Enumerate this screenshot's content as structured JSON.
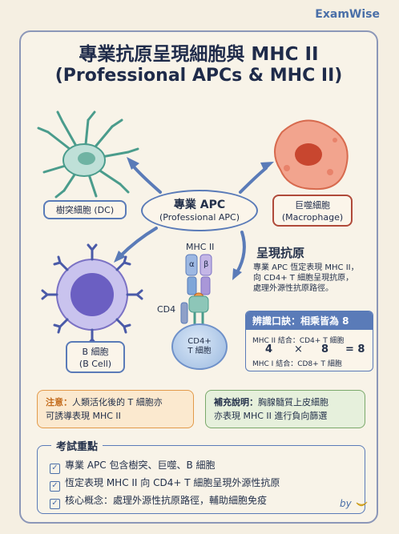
{
  "brand": "ExamWise",
  "title_zh": "專業抗原呈現細胞與 MHC II",
  "title_en": "(Professional APCs & MHC II)",
  "center": {
    "zh": "專業 APC",
    "en": "(Professional APC)"
  },
  "cells": {
    "dc": "樹突細胞 (DC)",
    "macrophage": {
      "zh": "巨噬細胞",
      "en": "(Macrophage)"
    },
    "bcell": {
      "zh": "B 細胞",
      "en": "(B Cell)"
    }
  },
  "mhc": {
    "label": "MHC II",
    "alpha": "α",
    "beta": "β",
    "cd4": "CD4",
    "tcell_line1": "CD4+",
    "tcell_line2": "T 細胞"
  },
  "presentation": {
    "title": "呈現抗原",
    "desc": [
      "專業 APC 恆定表現 MHC II，",
      "向 CD4+ T 細胞呈現抗原，",
      "處理外源性抗原路徑。"
    ]
  },
  "mnemonic": {
    "header": "辨識口訣：相乘皆為 8",
    "line1": "MHC II 結合：CD4+ T 細胞",
    "num1": "4",
    "times": "×",
    "num2": "8",
    "equals": "= 8",
    "line2": "MHC I 結合：CD8+ T 細胞"
  },
  "notes": {
    "warn_label": "注意：",
    "warn_text1": "人類活化後的 T 細胞亦",
    "warn_text2": "可誘導表現 MHC II",
    "supp_label": "補充說明：",
    "supp_text1": "胸腺髓質上皮細胞",
    "supp_text2": "亦表現 MHC II 進行負向篩選"
  },
  "key_points": {
    "title": "考試重點",
    "items": [
      "專業 APC 包含樹突、巨噬、B 細胞",
      "恆定表現 MHC II 向 CD4+ T 細胞呈現外源性抗原",
      "核心概念：處理外源性抗原路徑，輔助細胞免疫"
    ]
  },
  "signature": "by",
  "colors": {
    "accent": "#5a7bb8",
    "warn": "#e29a4a",
    "support": "#7aa86a",
    "macrophage": "#b04a3a"
  }
}
